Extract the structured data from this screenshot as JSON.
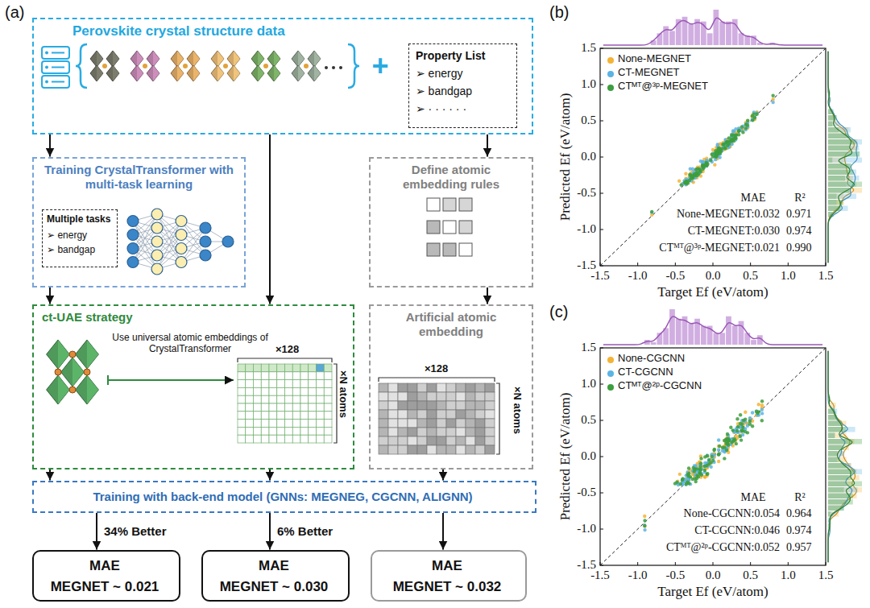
{
  "diagram": {
    "nodes": [
      {
        "text": [
          "Perovskite crystal structure data"
        ]
      },
      {
        "text": [
          "Property List",
          "➢ energy",
          "➢ bandgap",
          "➢ · · · · · ·"
        ],
        "in": 0
      },
      {
        "text": [
          "Training CrystalTransformer with multi-task learning"
        ]
      },
      {
        "text": [
          "Multiple tasks",
          "➢ energy",
          "➢ bandgap"
        ],
        "in": 2
      },
      {
        "text": [
          "Define atomic embedding rules"
        ]
      },
      {
        "text": [
          "ct-UAE strategy",
          "Use universal atomic embeddings of CrystalTransformer",
          "×128",
          "×N atoms"
        ]
      },
      {
        "text": [
          "Artificial atomic embedding",
          "×128",
          "×N atoms"
        ]
      },
      {
        "text": [
          "Training with back-end model (GNNs: MEGNEG, CGCNN, ALIGNN)"
        ]
      },
      {
        "text": [
          "MAE",
          "MEGNET ~ 0.021"
        ]
      },
      {
        "text": [
          "MAE",
          "MEGNET ~ 0.030"
        ]
      },
      {
        "text": [
          "MAE",
          "MEGNET ~ 0.032"
        ]
      }
    ],
    "edges": [
      {
        "from": 0,
        "to": 2,
        "arrow": "to"
      },
      {
        "from": 2,
        "to": 5,
        "arrow": "to"
      },
      {
        "from": 0,
        "to": 5,
        "arrow": "to"
      },
      {
        "from": 0,
        "to": 4,
        "arrow": "to"
      },
      {
        "from": 4,
        "to": 6,
        "arrow": "to"
      },
      {
        "from": 5,
        "to": 7,
        "arrow": "to"
      },
      {
        "from": 5,
        "to": 7,
        "arrow": "to"
      },
      {
        "from": 6,
        "to": 7,
        "arrow": "to"
      },
      {
        "from": 7,
        "to": 8,
        "label": "34% Better",
        "arrow": "to"
      },
      {
        "from": 7,
        "to": 9,
        "label": "6% Better",
        "arrow": "to"
      },
      {
        "from": 7,
        "to": 10,
        "arrow": "to"
      }
    ],
    "labels": [
      "(a)",
      "+",
      "(b)",
      "1.5",
      "1.0",
      "0.5",
      "0.0",
      "-0.5",
      "-1.0",
      "-1.5",
      "-1.5",
      "-1.0",
      "-0.5",
      "0.0",
      "0.5",
      "1.0",
      "1.5",
      "Predicted Ef (eV/atom)",
      "Target Ef (eV/atom)",
      "MAE",
      "R²",
      "None-MEGNET:0.032",
      "0.971",
      "CT-MEGNET:0.030",
      "0.974",
      "CTᴹᵀ@³ᵖ-MEGNET:0.021",
      "0.990",
      "(c)",
      "1.5",
      "1.0",
      "0.5",
      "0.0",
      "-0.5",
      "-1.0",
      "-1.5",
      "-1.5",
      "-1.0",
      "-0.5",
      "0.0",
      "0.5",
      "1.0",
      "1.5",
      "Predicted Ef (eV/atom)",
      "Target Ef (eV/atom)",
      "MAE",
      "R²",
      "None-CGCNN:0.054",
      "0.964",
      "CT-CGCNN:0.046",
      "0.974",
      "CTᴹᵀ@²ᵖ-CGCNN:0.052",
      "0.957"
    ],
    "legend": [
      {
        "text": "None-MEGNET",
        "color": "#f5b335"
      },
      {
        "text": "CT-MEGNET",
        "color": "#5ab4e5"
      },
      {
        "text": "CTᴹᵀ@³ᵖ-MEGNET",
        "color": "#3c9e3c"
      },
      {
        "text": "None-CGCNN",
        "color": "#f5b335"
      },
      {
        "text": "CT-CGCNN",
        "color": "#5ab4e5"
      },
      {
        "text": "CTᴹᵀ@²ᵖ-CGCNN",
        "color": "#3c9e3c"
      }
    ]
  }
}
